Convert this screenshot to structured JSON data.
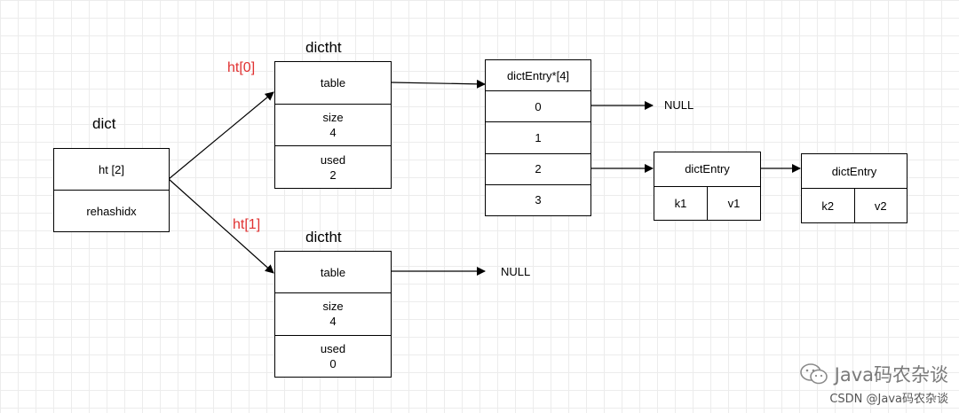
{
  "dict": {
    "title": "dict",
    "rows": [
      "ht [2]",
      "rehashidx"
    ]
  },
  "ht0": {
    "label": "ht[0]",
    "title": "dictht",
    "table": "table",
    "size_label": "size",
    "size_value": "4",
    "used_label": "used",
    "used_value": "2"
  },
  "ht1": {
    "label": "ht[1]",
    "title": "dictht",
    "table": "table",
    "size_label": "size",
    "size_value": "4",
    "used_label": "used",
    "used_value": "0"
  },
  "dict_entry_array": {
    "header": "dictEntry*[4]",
    "slots": [
      "0",
      "1",
      "2",
      "3"
    ]
  },
  "entry1": {
    "title": "dictEntry",
    "key": "k1",
    "value": "v1"
  },
  "entry2": {
    "title": "dictEntry",
    "key": "k2",
    "value": "v2"
  },
  "nulls": {
    "slot0": "NULL",
    "ht1_table": "NULL"
  },
  "watermark": {
    "brand": "Java码农杂谈",
    "credit": "CSDN @Java码农杂谈",
    "icon": "wechat-icon"
  },
  "colors": {
    "line": "#000000",
    "label_red": "#e03131",
    "grid": "#ececec"
  }
}
